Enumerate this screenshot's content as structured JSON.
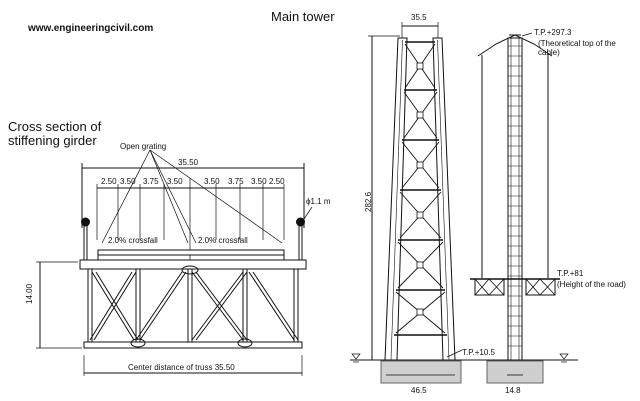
{
  "watermark": "www.engineeringcivil.com",
  "girder": {
    "title_line1": "Cross section of",
    "title_line2": "stiffening girder",
    "open_grating": "Open grating",
    "overall_width": "35.50",
    "lane_widths": [
      "2.50",
      "3.50",
      "3.75",
      "3.50",
      "3.50",
      "3.75",
      "3.50",
      "2.50"
    ],
    "crossfall_left": "2.0% crossfall",
    "crossfall_right": "2.0% crossfall",
    "cable_diameter": "ϕ1.1 m",
    "height": "14.00",
    "truss_distance": "Center distance of truss 35.50"
  },
  "tower": {
    "title": "Main tower",
    "top_width": "35.5",
    "height": "282.6",
    "base_width": "46.5",
    "side_base_width": "14.8",
    "tp_top": "T.P.+297.3",
    "tp_top_note": "(Theoretical top of the cable)",
    "tp_road": "T.P.+81",
    "tp_road_note": "(Height of the road)",
    "tp_base": "T.P.+10.5"
  },
  "colors": {
    "line": "#111111",
    "foundation": "#cfcfcf"
  }
}
